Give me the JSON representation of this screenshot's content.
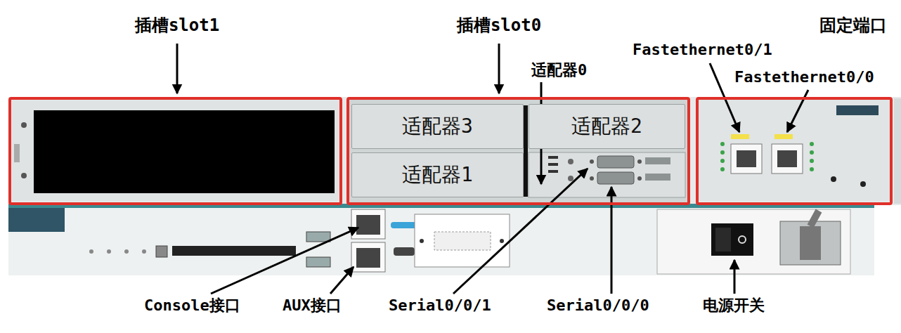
{
  "diagram": {
    "nodes": [
      {
        "text": [
          "插槽slot1"
        ]
      },
      {
        "text": [
          "插槽slot0"
        ]
      },
      {
        "text": [
          "适配器3"
        ],
        "in": 1
      },
      {
        "text": [
          "适配器2"
        ],
        "in": 1
      },
      {
        "text": [
          "适配器1"
        ],
        "in": 1
      },
      {
        "text": [
          "固定端口"
        ]
      }
    ],
    "labels": [
      "适配器0",
      "Fastethernet0/1",
      "Fastethernet0/0",
      "Console接口",
      "AUX接口",
      "Serial0/0/1",
      "Serial0/0/0",
      "电源开关"
    ]
  }
}
